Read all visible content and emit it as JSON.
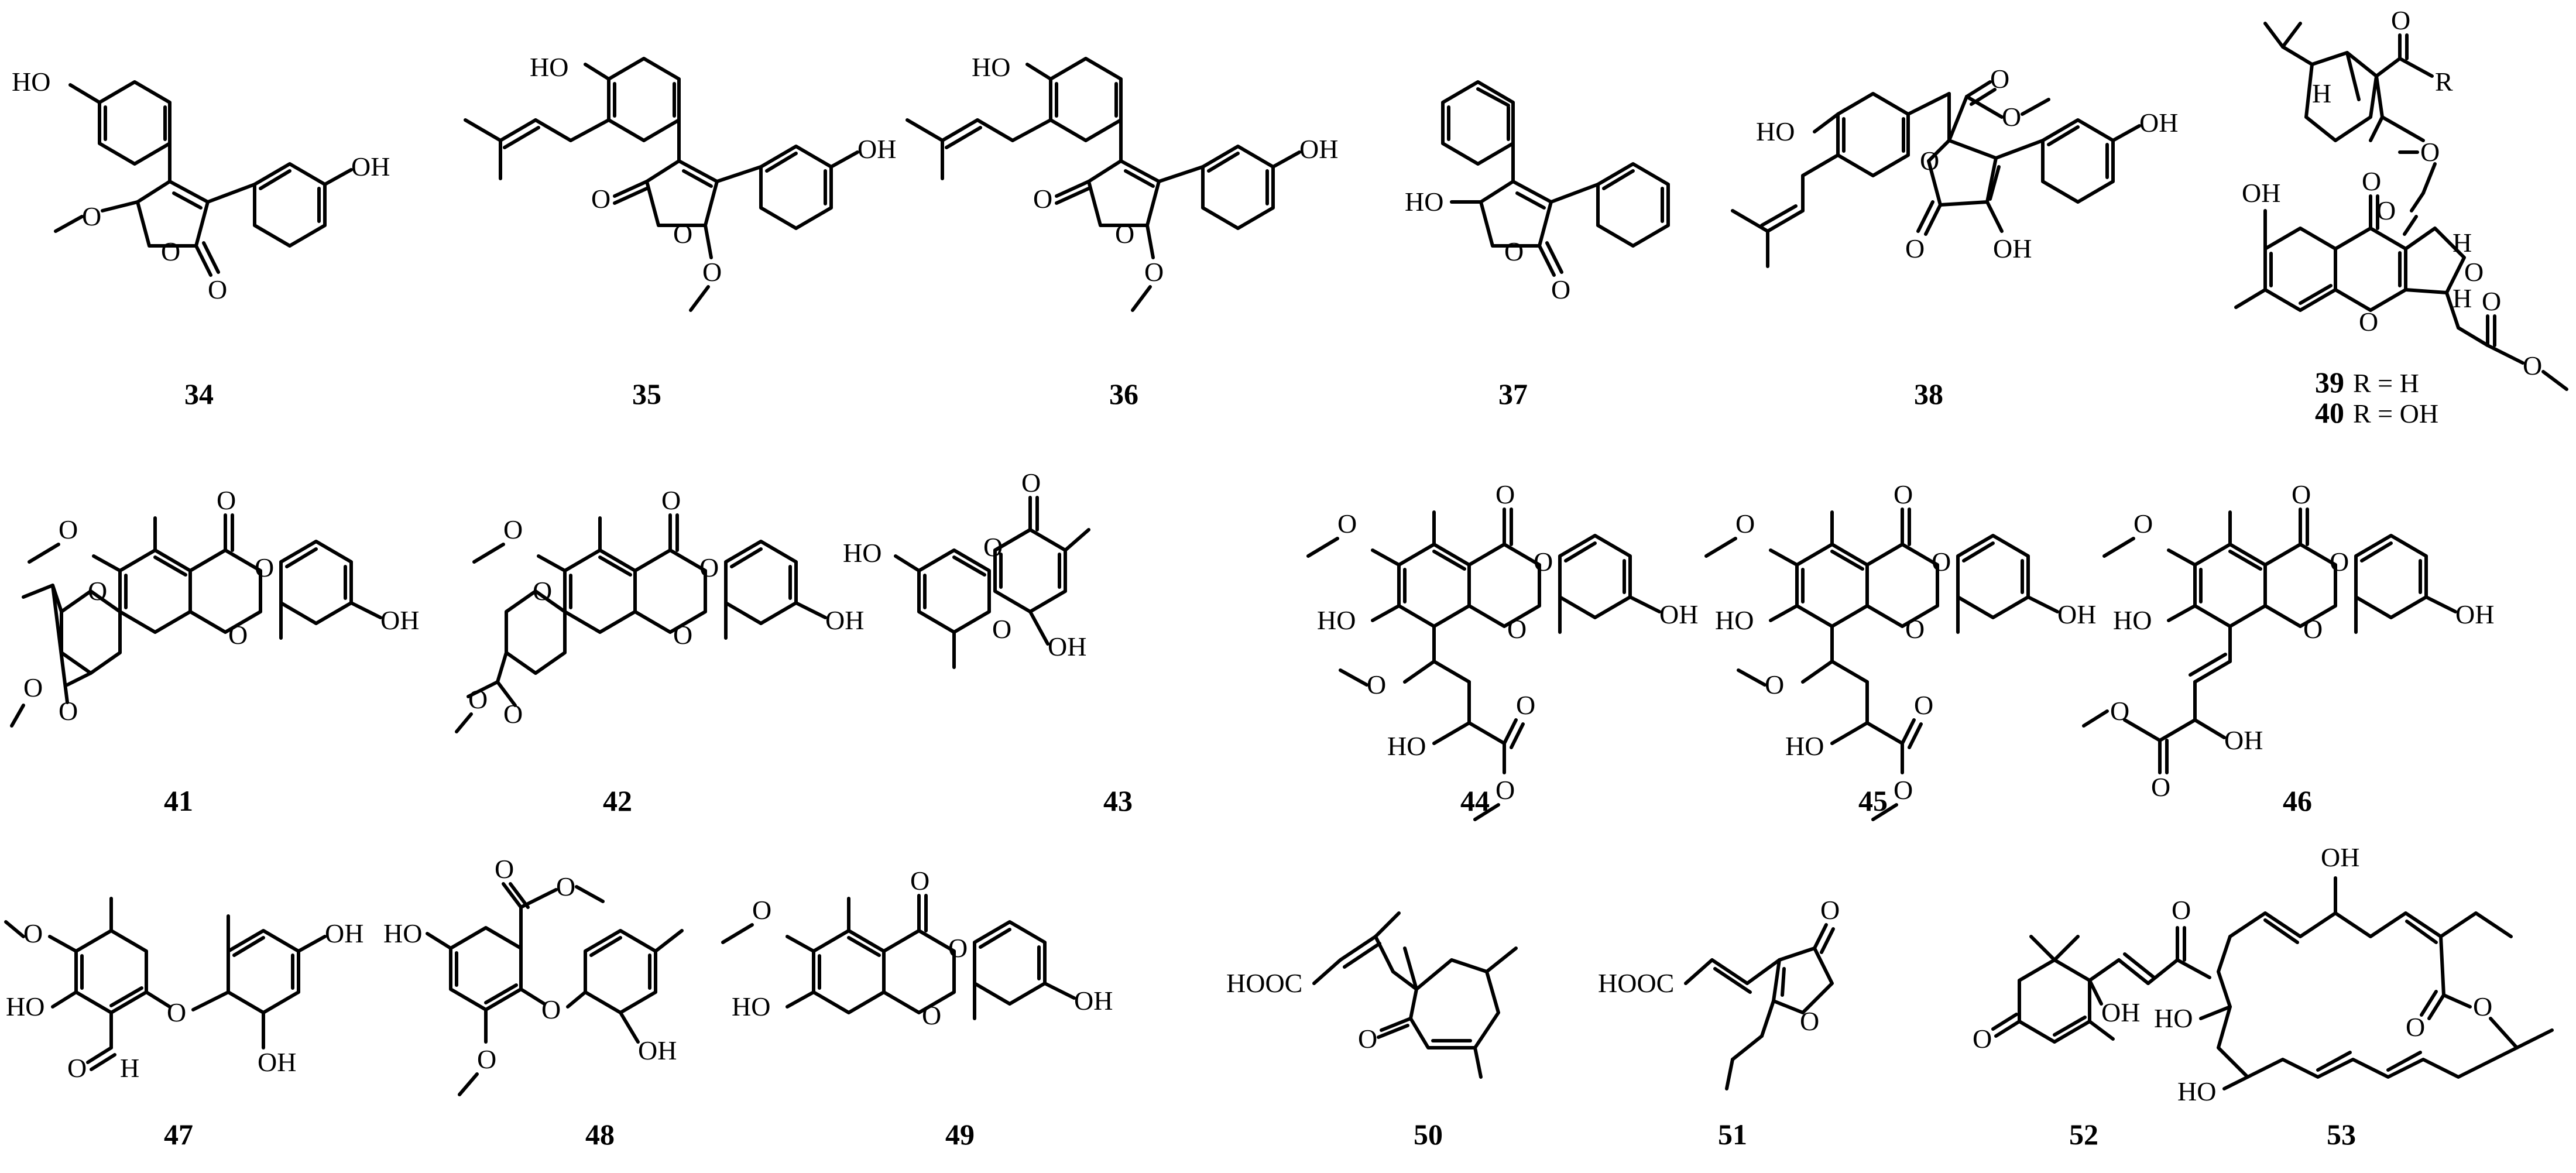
{
  "figure": {
    "compounds": [
      {
        "number": "34"
      },
      {
        "number": "35"
      },
      {
        "number": "36"
      },
      {
        "number": "37"
      },
      {
        "number": "38"
      },
      {
        "number": "39",
        "r_label": "R = H"
      },
      {
        "number": "40",
        "r_label": "R = OH"
      },
      {
        "number": "41"
      },
      {
        "number": "42"
      },
      {
        "number": "43"
      },
      {
        "number": "44"
      },
      {
        "number": "45"
      },
      {
        "number": "46"
      },
      {
        "number": "47"
      },
      {
        "number": "48"
      },
      {
        "number": "49"
      },
      {
        "number": "50"
      },
      {
        "number": "51"
      },
      {
        "number": "52"
      },
      {
        "number": "53"
      }
    ]
  }
}
